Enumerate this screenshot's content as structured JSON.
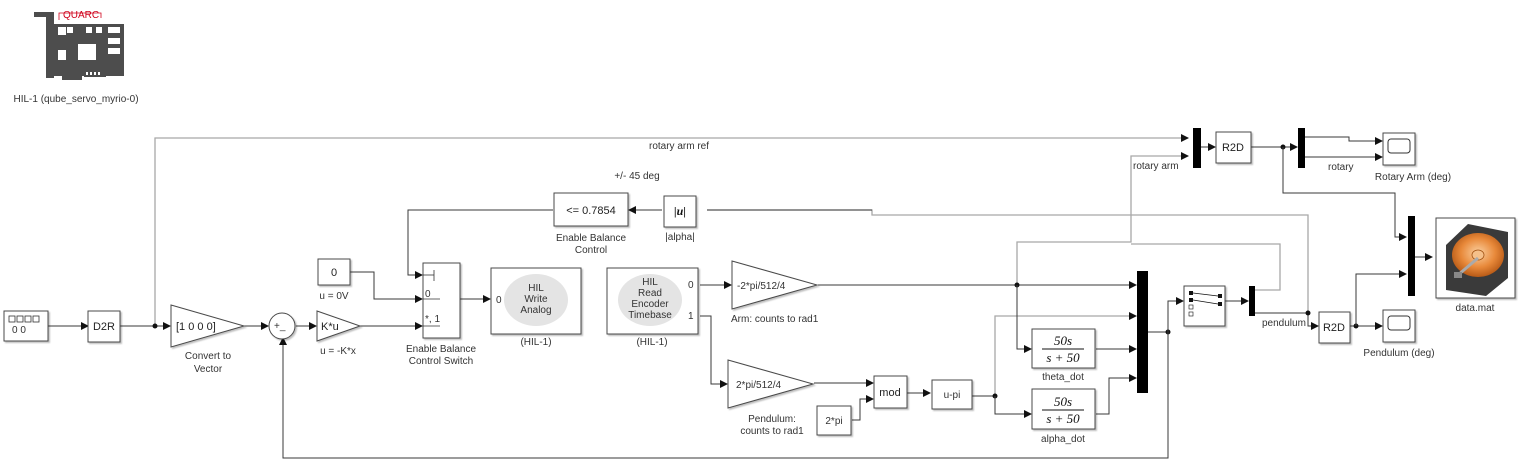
{
  "hil_board": {
    "title": "HIL-1 (qube_servo_myrio-0)",
    "brand": "QUARC"
  },
  "blocks": {
    "slider_input": {
      "display": "0 0"
    },
    "d2r": {
      "label": "D2R"
    },
    "convert_gain": {
      "value": "[1 0 0 0]",
      "caption": "Convert to Vector"
    },
    "sum": {
      "signs": "+_"
    },
    "lqr_gain": {
      "value": "K*u",
      "caption": "u = -K*x"
    },
    "zero_const": {
      "value": "0",
      "caption": "u = 0V"
    },
    "switch": {
      "port_labels": [
        "0",
        "*, 1"
      ],
      "caption": "Enable Balance Control Switch"
    },
    "hil_write": {
      "text": [
        "HIL",
        "Write",
        "Analog"
      ],
      "port": "0",
      "caption": "(HIL-1)"
    },
    "hil_read": {
      "text": [
        "HIL",
        "Read",
        "Encoder",
        "Timebase"
      ],
      "ports": [
        "0",
        "1"
      ],
      "caption": "(HIL-1)"
    },
    "compare": {
      "value": "<= 0.7854",
      "caption": "Enable Balance Control"
    },
    "abs": {
      "value": "|u|",
      "caption": "|alpha|"
    },
    "arm_gain": {
      "value": "-2*pi/512/4",
      "caption": "Arm: counts to rad1"
    },
    "pend_gain": {
      "value": "2*pi/512/4",
      "caption": "Pendulum: counts to rad1"
    },
    "mod": {
      "label": "mod"
    },
    "two_pi": {
      "value": "2*pi"
    },
    "u_minus_pi": {
      "value": "u-pi"
    },
    "theta_dot": {
      "num": "50s",
      "den": "s + 50",
      "caption": "theta_dot"
    },
    "alpha_dot": {
      "num": "50s",
      "den": "s + 50",
      "caption": "alpha_dot"
    },
    "r2d_top": {
      "label": "R2D"
    },
    "r2d_bottom": {
      "label": "R2D"
    },
    "scope_arm": {
      "caption": "Rotary Arm (deg)"
    },
    "scope_pend": {
      "caption": "Pendulum (deg)"
    },
    "to_file": {
      "caption": "data.mat"
    }
  },
  "signal_labels": {
    "rotary_arm_ref": "rotary arm ref",
    "plus_minus_45": "+/- 45 deg",
    "rotary_arm": "rotary arm",
    "rotary": "rotary",
    "pendulum": "pendulum"
  },
  "colors": {
    "quarc_red": "#d0021b",
    "bus": "#000000",
    "wire": "#3a3a3a",
    "wire_gray": "#a8a8a8",
    "disk_orange": "#e8893a"
  }
}
